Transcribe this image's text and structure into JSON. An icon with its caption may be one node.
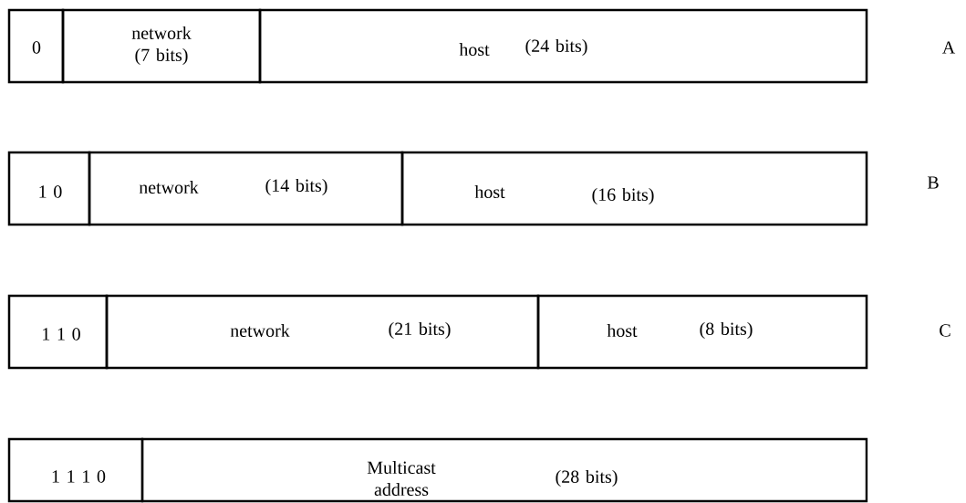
{
  "diagram": {
    "nodes": [
      {
        "text": [
          "0"
        ]
      },
      {
        "text": [
          "network (7 bits)"
        ]
      },
      {
        "text": [
          "host",
          "(24 bits)"
        ]
      },
      {
        "text": [
          "1 0"
        ]
      },
      {
        "text": [
          "network",
          "(14 bits)"
        ]
      },
      {
        "text": [
          "host",
          "(16 bits)"
        ]
      },
      {
        "text": [
          "1 1 0"
        ]
      },
      {
        "text": [
          "network",
          "(21 bits)"
        ]
      },
      {
        "text": [
          "host",
          "(8 bits)"
        ]
      },
      {
        "text": [
          "1 1 1 0"
        ]
      },
      {
        "text": [
          "Multicast address",
          "(28 bits)"
        ]
      }
    ],
    "labels": [
      "A",
      "B",
      "C"
    ]
  }
}
